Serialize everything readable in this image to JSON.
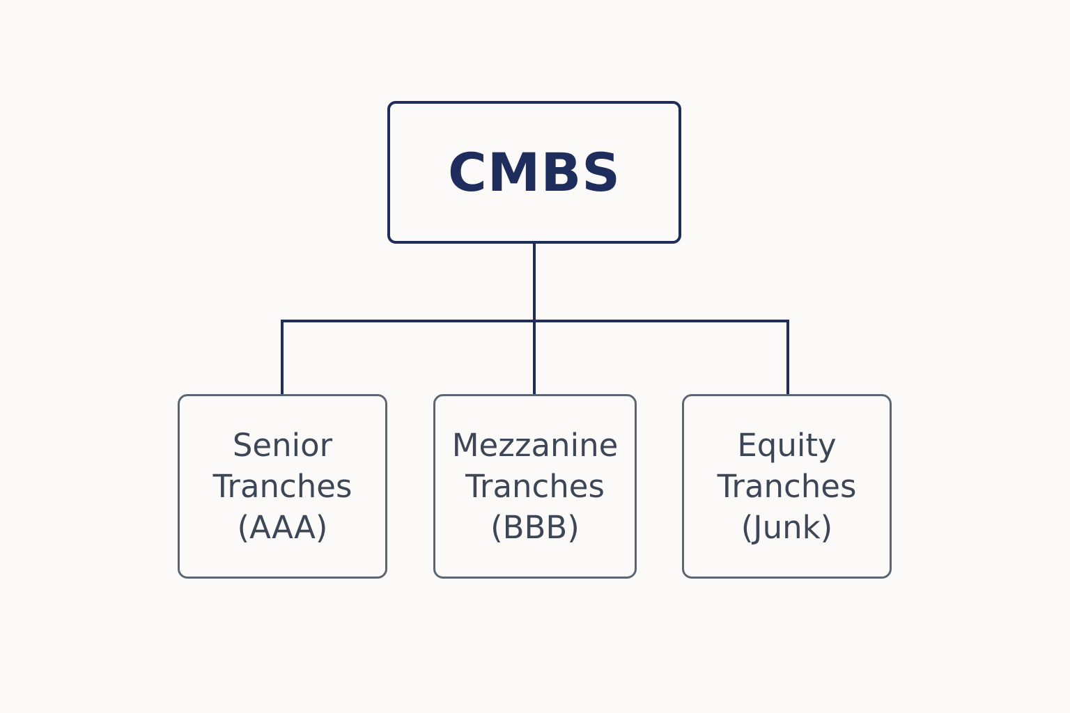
{
  "diagram": {
    "root": {
      "label": "CMBS"
    },
    "children": [
      {
        "line1": "Senior",
        "line2": "Tranches",
        "line3": "(AAA)"
      },
      {
        "line1": "Mezzanine",
        "line2": "Tranches",
        "line3": "(BBB)"
      },
      {
        "line1": "Equity",
        "line2": "Tranches",
        "line3": "(Junk)"
      }
    ]
  },
  "colors": {
    "background": "#fbfaf8",
    "root_border": "#1f2d5c",
    "root_text": "#1f2d5c",
    "connector": "#1f2d5c",
    "child_border": "#5c6573",
    "child_text": "#3d4657"
  }
}
